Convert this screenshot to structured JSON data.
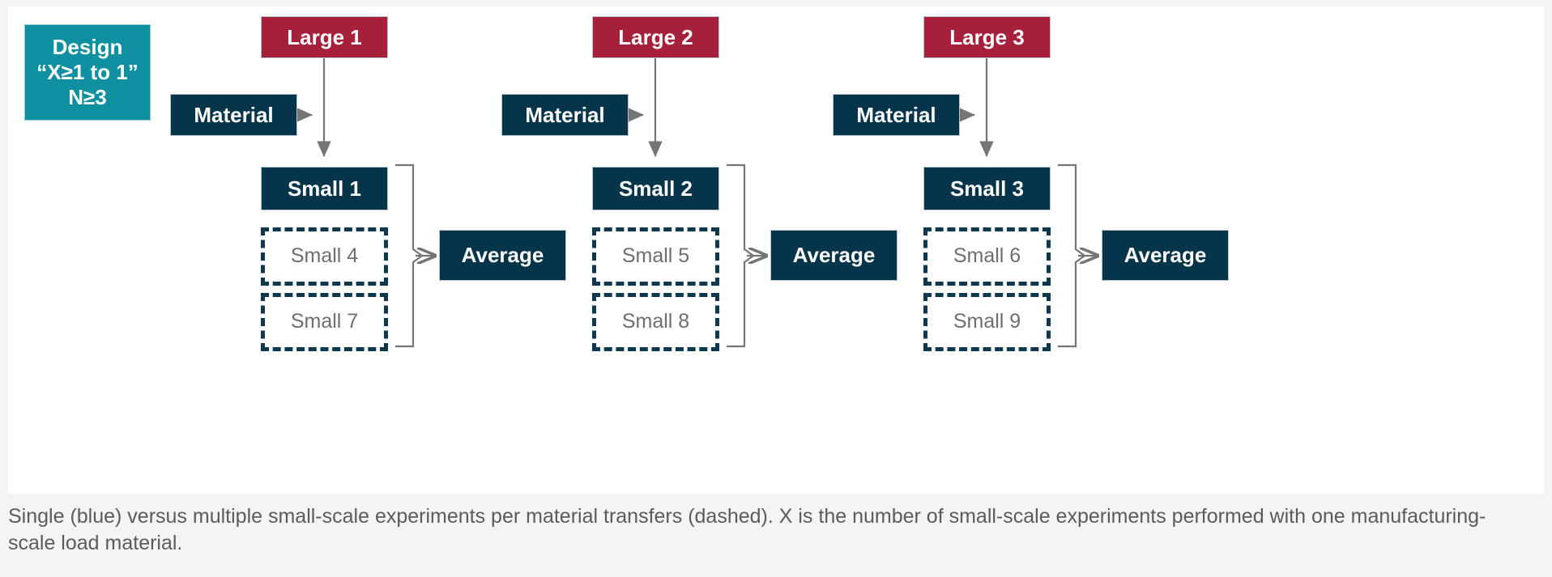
{
  "figure": {
    "background": "#ffffff",
    "page_background": "#f4f4f4",
    "colors": {
      "navy": "#06344a",
      "crimson": "#a6203c",
      "teal": "#0e90a0",
      "dashed_border": "#0d384d",
      "dashed_text": "#6e6e6e",
      "connector_gray": "#757575",
      "caption_text": "#5b5b5b"
    },
    "design_box": {
      "line1": "Design",
      "line2": "“X≥1 to 1”",
      "line3": "N≥3"
    },
    "groups": [
      {
        "large_label": "Large 1",
        "material_label": "Material",
        "small_solid_label": "Small 1",
        "small_dashed_labels": [
          "Small 4",
          "Small 7"
        ],
        "average_label": "Average"
      },
      {
        "large_label": "Large 2",
        "material_label": "Material",
        "small_solid_label": "Small 2",
        "small_dashed_labels": [
          "Small 5",
          "Small 8"
        ],
        "average_label": "Average"
      },
      {
        "large_label": "Large 3",
        "material_label": "Material",
        "small_solid_label": "Small 3",
        "small_dashed_labels": [
          "Small 6",
          "Small 9"
        ],
        "average_label": "Average"
      }
    ],
    "caption": "Single (blue) versus multiple small-scale experiments per material transfers (dashed). X is the number of small-scale experiments performed with one manufacturing-scale load material."
  }
}
